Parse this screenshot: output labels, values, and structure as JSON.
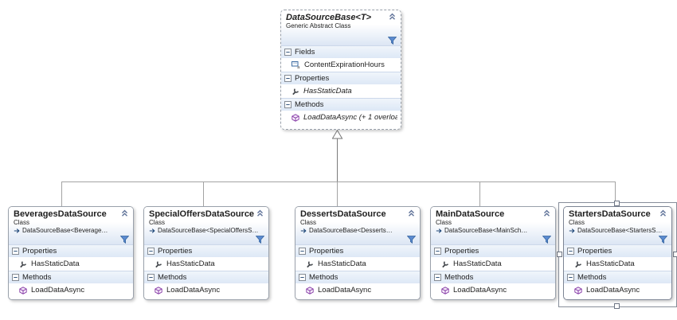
{
  "diagram_type": "class-diagram",
  "colors": {
    "box_border": "#9aa1ab",
    "selected_border": "#868d99",
    "header_tint": "#dce6f4",
    "section_band": "#dde8f6",
    "filter_blue": "#4f7fc6",
    "method_purple": "#8438a5",
    "property_dark": "#43474c",
    "field_blue": "#3b6aa0",
    "connector_gray": "#a3a3a3"
  },
  "icons": {
    "collapse": "double-chevron-up",
    "filter": "funnel",
    "expander": "minus-box",
    "field": "field-box-a",
    "property": "wrench",
    "method": "purple-cube",
    "inherits": "right-arrow",
    "generalization": "hollow-triangle-up"
  },
  "base_class": {
    "title": "DataSourceBase<T>",
    "subtitle": "Generic Abstract Class",
    "fields_label": "Fields",
    "field_name": "ContentExpirationHours",
    "properties_label": "Properties",
    "property_name": "HasStaticData",
    "methods_label": "Methods",
    "method_name": "LoadDataAsync (+ 1 overloa…"
  },
  "derived_classes": [
    {
      "title": "BeveragesDataSource",
      "kind": "Class",
      "base_type": "DataSourceBase<Beverage…",
      "properties_label": "Properties",
      "property_name": "HasStaticData",
      "methods_label": "Methods",
      "method_name": "LoadDataAsync",
      "selected": false
    },
    {
      "title": "SpecialOffersDataSource",
      "kind": "Class",
      "base_type": "DataSourceBase<SpecialOffersS…",
      "properties_label": "Properties",
      "property_name": "HasStaticData",
      "methods_label": "Methods",
      "method_name": "LoadDataAsync",
      "selected": false
    },
    {
      "title": "DessertsDataSource",
      "kind": "Class",
      "base_type": "DataSourceBase<Desserts…",
      "properties_label": "Properties",
      "property_name": "HasStaticData",
      "methods_label": "Methods",
      "method_name": "LoadDataAsync",
      "selected": false
    },
    {
      "title": "MainDataSource",
      "kind": "Class",
      "base_type": "DataSourceBase<MainSch…",
      "properties_label": "Properties",
      "property_name": "HasStaticData",
      "methods_label": "Methods",
      "method_name": "LoadDataAsync",
      "selected": false
    },
    {
      "title": "StartersDataSource",
      "kind": "Class",
      "base_type": "DataSourceBase<StartersS…",
      "properties_label": "Properties",
      "property_name": "HasStaticData",
      "methods_label": "Methods",
      "method_name": "LoadDataAsync",
      "selected": true
    }
  ]
}
